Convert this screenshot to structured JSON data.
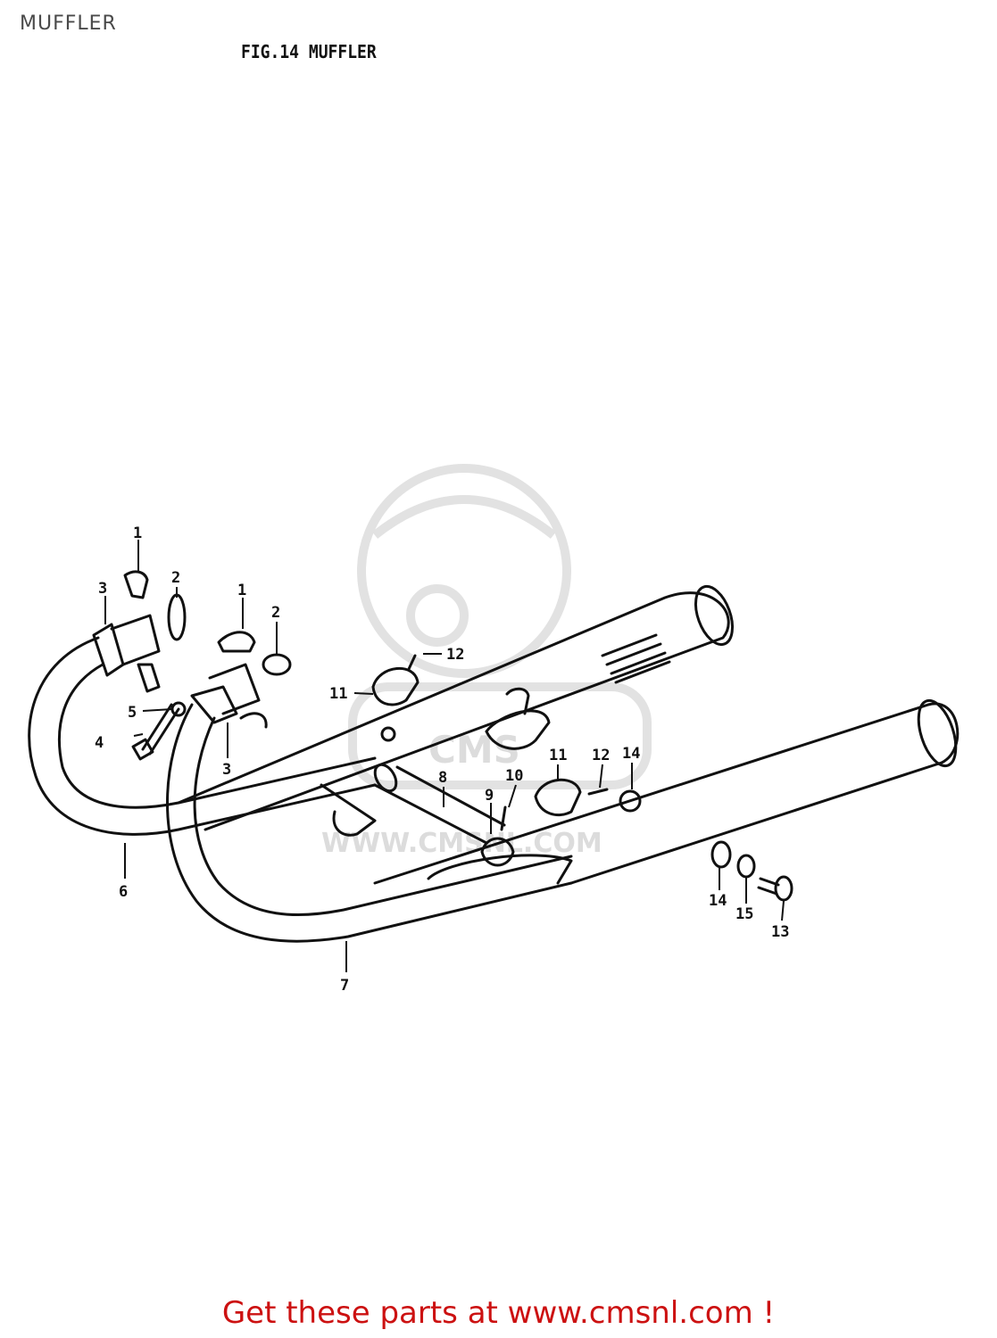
{
  "page_label": "MUFFLER",
  "figure_title": "FIG.14  MUFFLER",
  "watermark": {
    "brand": "CMS",
    "url": "WWW.CMSNL.COM"
  },
  "callouts": [
    "1",
    "2",
    "3",
    "1",
    "2",
    "3",
    "4",
    "5",
    "6",
    "7",
    "8",
    "9",
    "10",
    "11",
    "12",
    "11",
    "12",
    "14",
    "14",
    "15",
    "13"
  ],
  "footer": {
    "text": "Get these parts at www.cmsnl.com !"
  },
  "colors": {
    "line": "#111111",
    "footer_text": "#cc1111",
    "watermark": "#dcdcdc",
    "page_label": "#4a4a4a"
  }
}
